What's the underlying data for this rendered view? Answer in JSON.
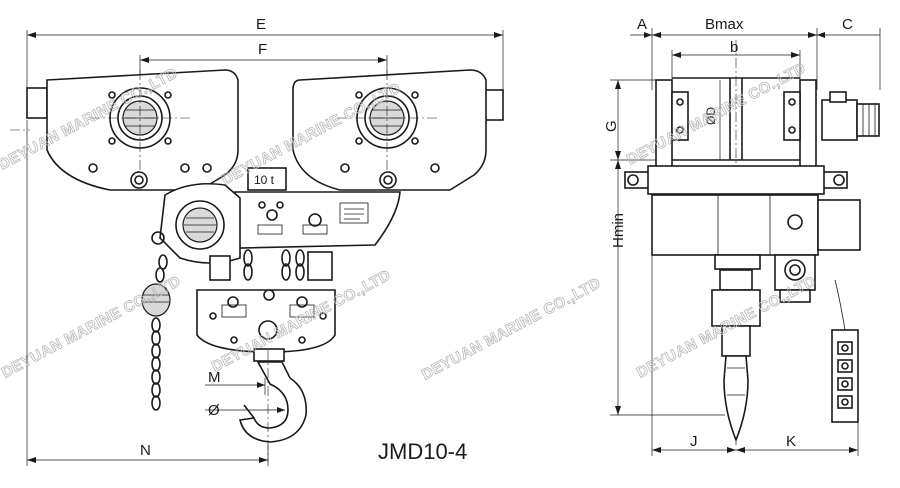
{
  "model_label": "JMD10-4",
  "capacity_plate": "10 t",
  "watermark_text": "DEYUAN MARINE CO.,LTD",
  "front_view": {
    "dim_E": "E",
    "dim_F": "F",
    "dim_N": "N",
    "dim_M": "M",
    "dim_phi": "Ø"
  },
  "side_view": {
    "dim_A": "A",
    "dim_Bmax": "Bmax",
    "dim_C": "C",
    "dim_b": "b",
    "dim_G": "G",
    "dim_phiD": "ØD",
    "dim_Hmin": "Hmin",
    "dim_J": "J",
    "dim_K": "K"
  }
}
